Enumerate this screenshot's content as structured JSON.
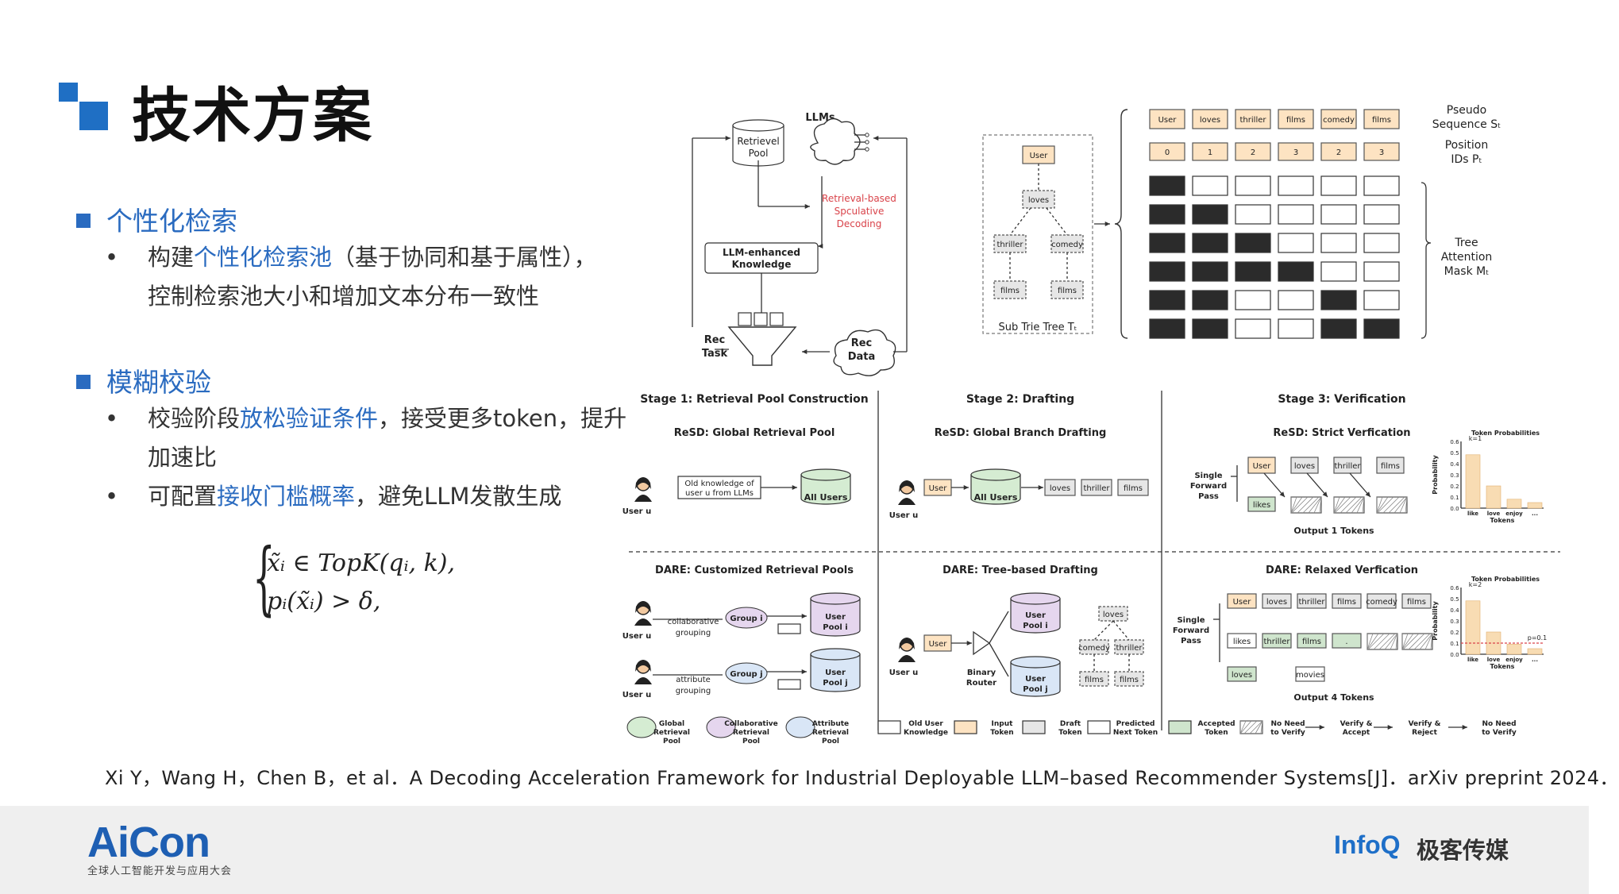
{
  "title": "技术方案",
  "sections": [
    {
      "heading": "个性化检索",
      "items": [
        {
          "pre": "构建",
          "hl": "个性化检索池",
          "post": "（基于协同和基于属性），"
        },
        {
          "pre": "控制检索池大小和增加文本分布一致性",
          "hl": "",
          "post": ""
        }
      ]
    },
    {
      "heading": "模糊校验",
      "items": [
        {
          "pre": "校验阶段",
          "hl": "放松验证条件",
          "post": "，接受更多token，提升"
        },
        {
          "pre": "加速比",
          "hl": "",
          "post": ""
        },
        {
          "pre": "可配置",
          "hl": "接收门槛概率",
          "post": "，避免LLM发散生成"
        }
      ]
    }
  ],
  "formula": {
    "line1": "x̃ᵢ ∈ TopK(qᵢ, k),",
    "line2": "pᵢ(x̃ᵢ) > δ,"
  },
  "citation": "Xi Y，Wang H，Chen B，et al．A Decoding Acceleration Framework for Industrial Deployable LLM–based Recommender Systems[J]．arXiv preprint 2024．",
  "footer": {
    "brand": "AiCon",
    "brand_sub": "全球人工智能开发与应用大会",
    "infoq": "InfoQ",
    "infoq_cn": "极客传媒"
  },
  "figure": {
    "overview": {
      "llms": "LLMs",
      "retrieval_pool": [
        "Retrievel",
        "Pool"
      ],
      "rbsd": [
        "Retrieval-based",
        "Spculative",
        "Decoding"
      ],
      "knowledge": [
        "LLM-enhanced",
        "Knowledge"
      ],
      "rec_task": [
        "Rec",
        "Task"
      ],
      "rec_data": [
        "Rec",
        "Data"
      ]
    },
    "trie": {
      "nodes": [
        "User",
        "loves",
        "thriller",
        "comedy",
        "films",
        "films"
      ],
      "caption": "Sub Trie Tree Tₜ"
    },
    "mask": {
      "tokens": [
        "User",
        "loves",
        "thriller",
        "films",
        "comedy",
        "films"
      ],
      "positions": [
        "0",
        "1",
        "2",
        "3",
        "2",
        "3"
      ],
      "pseudo_label": [
        "Pseudo",
        "Sequence Sₜ"
      ],
      "position_label": [
        "Position",
        "IDs Pₜ"
      ],
      "mask_label": [
        "Tree",
        "Attention",
        "Mask Mₜ"
      ],
      "rows": [
        [
          1,
          0,
          0,
          0,
          0,
          0
        ],
        [
          1,
          1,
          0,
          0,
          0,
          0
        ],
        [
          1,
          1,
          1,
          0,
          0,
          0
        ],
        [
          1,
          1,
          1,
          1,
          0,
          0
        ],
        [
          1,
          1,
          0,
          0,
          1,
          0
        ],
        [
          1,
          1,
          0,
          0,
          1,
          1
        ]
      ]
    },
    "stage1": {
      "title": "Stage 1: Retrieval Pool Construction",
      "resd": "ReSD: Global Retrieval Pool",
      "old_knowledge": [
        "Old knowledge of",
        "user u from LLMs"
      ],
      "all_users": "All Users",
      "user": "User u",
      "dare": "DARE: Customized Retrieval Pools",
      "collab": [
        "collaborative",
        "grouping"
      ],
      "attr": [
        "attribute",
        "grouping"
      ],
      "group_i": "Group i",
      "group_j": "Group j",
      "pool_i": [
        "User",
        "Pool i"
      ],
      "pool_j": [
        "User",
        "Pool j"
      ]
    },
    "stage2": {
      "title": "Stage 2: Drafting",
      "resd": "ReSD: Global Branch Drafting",
      "user_token": "User",
      "all_users": "All Users",
      "draft": [
        "loves",
        "thriller",
        "films"
      ],
      "dare": "DARE: Tree-based Drafting",
      "router": [
        "Binary",
        "Router"
      ],
      "tree_tokens": [
        "loves",
        "comedy",
        "thriller",
        "films",
        "films"
      ]
    },
    "stage3": {
      "title": "Stage 3: Verification",
      "resd": "ReSD: Strict Verfication",
      "sfp": [
        "Single",
        "Forward",
        "Pass"
      ],
      "resd_tokens": [
        "User",
        "loves",
        "thriller",
        "films"
      ],
      "likes": "likes",
      "out1": "Output 1 Tokens",
      "dare": "DARE: Relaxed Verfication",
      "dare_tokens": [
        "User",
        "loves",
        "thriller",
        "films",
        "comedy",
        "films"
      ],
      "dare_pred": [
        "likes",
        "thriller",
        "films",
        ".",
        "",
        ""
      ],
      "dare_next": [
        "loves",
        "movies"
      ],
      "out4": "Output 4 Tokens",
      "tp_title": "Token Probabilities",
      "prob_axis": "Probability",
      "tokens_axis": "Tokens",
      "chart1": {
        "k": "k=1",
        "cats": [
          "like",
          "love",
          "enjoy",
          "..."
        ],
        "values": [
          0.48,
          0.2,
          0.08,
          0.05
        ]
      },
      "chart2": {
        "k": "k=2",
        "p": "p=0.1",
        "cats": [
          "like",
          "love",
          "enjoy",
          "..."
        ],
        "values": [
          0.48,
          0.2,
          0.09,
          0.05
        ]
      },
      "yticks": [
        "0.0",
        "0.1",
        "0.2",
        "0.3",
        "0.4",
        "0.5",
        "0.6"
      ]
    },
    "legend": [
      [
        "Global",
        "Retrieval",
        "Pool"
      ],
      [
        "Collaborative",
        "Retrieval",
        "Pool"
      ],
      [
        "Attribute",
        "Retrieval",
        "Pool"
      ],
      [
        "Old User",
        "Knowledge"
      ],
      [
        "Input",
        "Token"
      ],
      [
        "Draft",
        "Token"
      ],
      [
        "Predicted",
        "Next Token"
      ],
      [
        "Accepted",
        "Token"
      ],
      [
        "No Need",
        "to Verify"
      ],
      [
        "Verify &",
        "Accept"
      ],
      [
        "Verify &",
        "Reject"
      ],
      [
        "No Need",
        "to Verify"
      ]
    ],
    "colors": {
      "pool_global": "#d5ecd2",
      "pool_collab": "#e5d6ee",
      "pool_attr": "#d9e6f6",
      "input": "#fde3c2",
      "draft": "#e6e6e6",
      "accepted": "#cfe5cd",
      "accent": "#1f6fc4",
      "rbsd": "#d9434a"
    }
  }
}
